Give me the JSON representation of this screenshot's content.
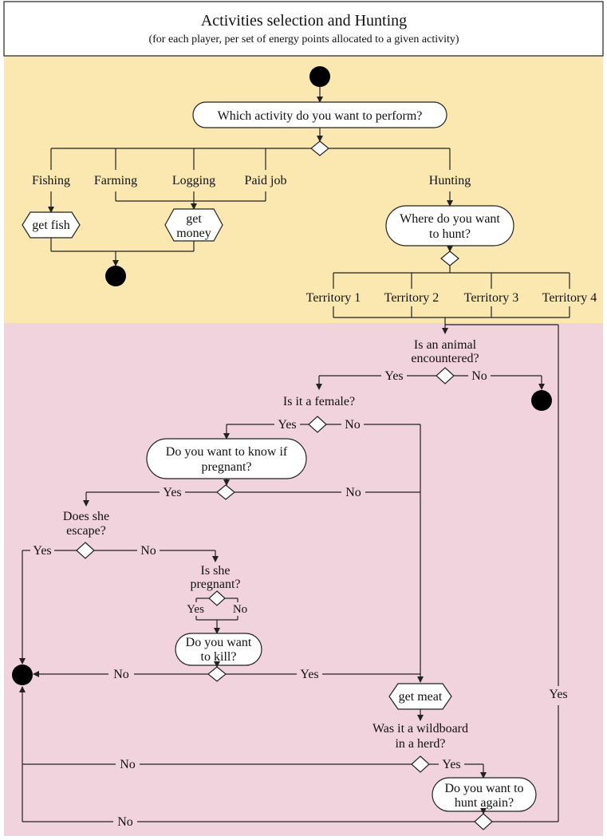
{
  "title": "Activities selection and Hunting",
  "subtitle": "(for each player, per set of energy points allocated to a given activity)",
  "colors": {
    "top_panel": "#fae8b0",
    "bottom_panel": "#f0d3dd",
    "node_fill": "#ffffff",
    "line": "#222222",
    "terminal": "#000000"
  },
  "nodes": {
    "which_activity": "Which activity do you want to perform?",
    "get_fish": "get fish",
    "get_money_1": "get",
    "get_money_2": "money",
    "where_hunt_1": "Where do you want",
    "where_hunt_2": "to hunt?",
    "animal_1": "Is an animal",
    "animal_2": "encountered?",
    "female": "Is it a female?",
    "know_pregnant_1": "Do you want to know if",
    "know_pregnant_2": "pregnant?",
    "escape_1": "Does she",
    "escape_2": "escape?",
    "is_pregnant_1": "Is she",
    "is_pregnant_2": "pregnant?",
    "kill_1": "Do you want",
    "kill_2": "to kill?",
    "get_meat": "get meat",
    "wildboard_1": "Was it a wildboard",
    "wildboard_2": "in a herd?",
    "hunt_again_1": "Do you want to",
    "hunt_again_2": "hunt again?"
  },
  "activities": {
    "fishing": "Fishing",
    "farming": "Farming",
    "logging": "Logging",
    "paid_job": "Paid job",
    "hunting": "Hunting"
  },
  "territories": {
    "t1": "Territory 1",
    "t2": "Territory 2",
    "t3": "Territory 3",
    "t4": "Territory 4"
  },
  "edges": {
    "animal_yes": "Yes",
    "animal_no": "No",
    "female_yes": "Yes",
    "female_no": "No",
    "know_yes": "Yes",
    "know_no": "No",
    "escape_yes": "Yes",
    "escape_no": "No",
    "preg_yes": "Yes",
    "preg_no": "No",
    "kill_no": "No",
    "kill_yes": "Yes",
    "herd_no": "No",
    "herd_yes": "Yes",
    "again_no": "No",
    "again_yes": "Yes"
  }
}
